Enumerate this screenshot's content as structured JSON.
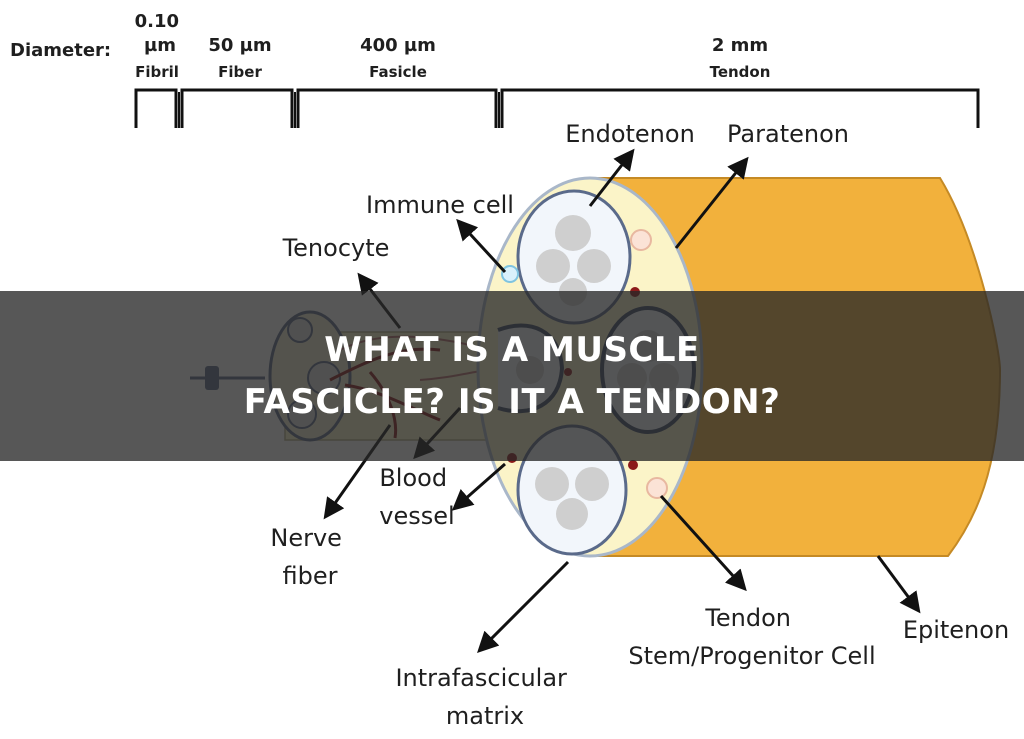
{
  "colors": {
    "tendon_body": "#f2b13c",
    "fascicle_face": "#fbf4c8",
    "fascicle_ring": "#5a6a8a",
    "fibril": "#cfcfcf",
    "blood_dot": "#8b1a1a",
    "banner": "#2e2e2e",
    "title_text": "#ffffff"
  },
  "scale": {
    "heading": "Diameter:",
    "levels": [
      {
        "size": "0.10\nµm",
        "name": "Fibril"
      },
      {
        "size": "50 µm",
        "name": "Fiber"
      },
      {
        "size": "400 µm",
        "name": "Fasicle"
      },
      {
        "size": "2 mm",
        "name": "Tendon"
      }
    ]
  },
  "labels": {
    "endotenon": "Endotenon",
    "paratenon": "Paratenon",
    "immune_cell": "Immune cell",
    "tenocyte": "Tenocyte",
    "blood_vessel": "Blood\nvessel",
    "nerve_fiber": "Nerve\nfiber",
    "tspc": "Tendon\nStem/Progenitor Cell",
    "epitenon": "Epitenon",
    "intrafascicular_matrix": "Intrafascicular\nmatrix"
  },
  "title": "What is a muscle fascicle? Is it a tendon?"
}
